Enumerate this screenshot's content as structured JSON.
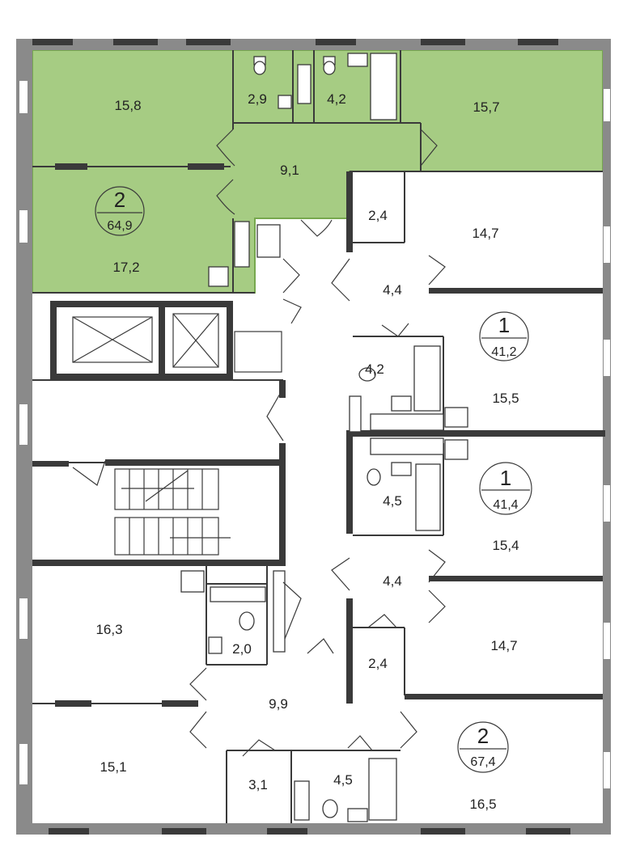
{
  "colors": {
    "highlight": "#a6cc83",
    "highlight_border": "#77a84e",
    "wall": "#8a8a8a",
    "line": "#3a3a3a"
  },
  "apartments": [
    {
      "number": "2",
      "total_area": "64,9",
      "highlighted": true
    },
    {
      "number": "1",
      "total_area": "41,2",
      "highlighted": false
    },
    {
      "number": "1",
      "total_area": "41,4",
      "highlighted": false
    },
    {
      "number": "2",
      "total_area": "67,4",
      "highlighted": false
    }
  ],
  "rooms": [
    "15,8",
    "2,9",
    "4,2",
    "15,7",
    "9,1",
    "17,2",
    "2,4",
    "14,7",
    "4,4",
    "4,2",
    "15,5",
    "4,5",
    "15,4",
    "4,4",
    "2,4",
    "14,7",
    "16,3",
    "2,0",
    "9,9",
    "15,1",
    "3,1",
    "4,5",
    "16,5"
  ],
  "icons": [
    "elevator-shaft",
    "staircase",
    "toilet",
    "sink",
    "bathtub",
    "door-swing"
  ]
}
